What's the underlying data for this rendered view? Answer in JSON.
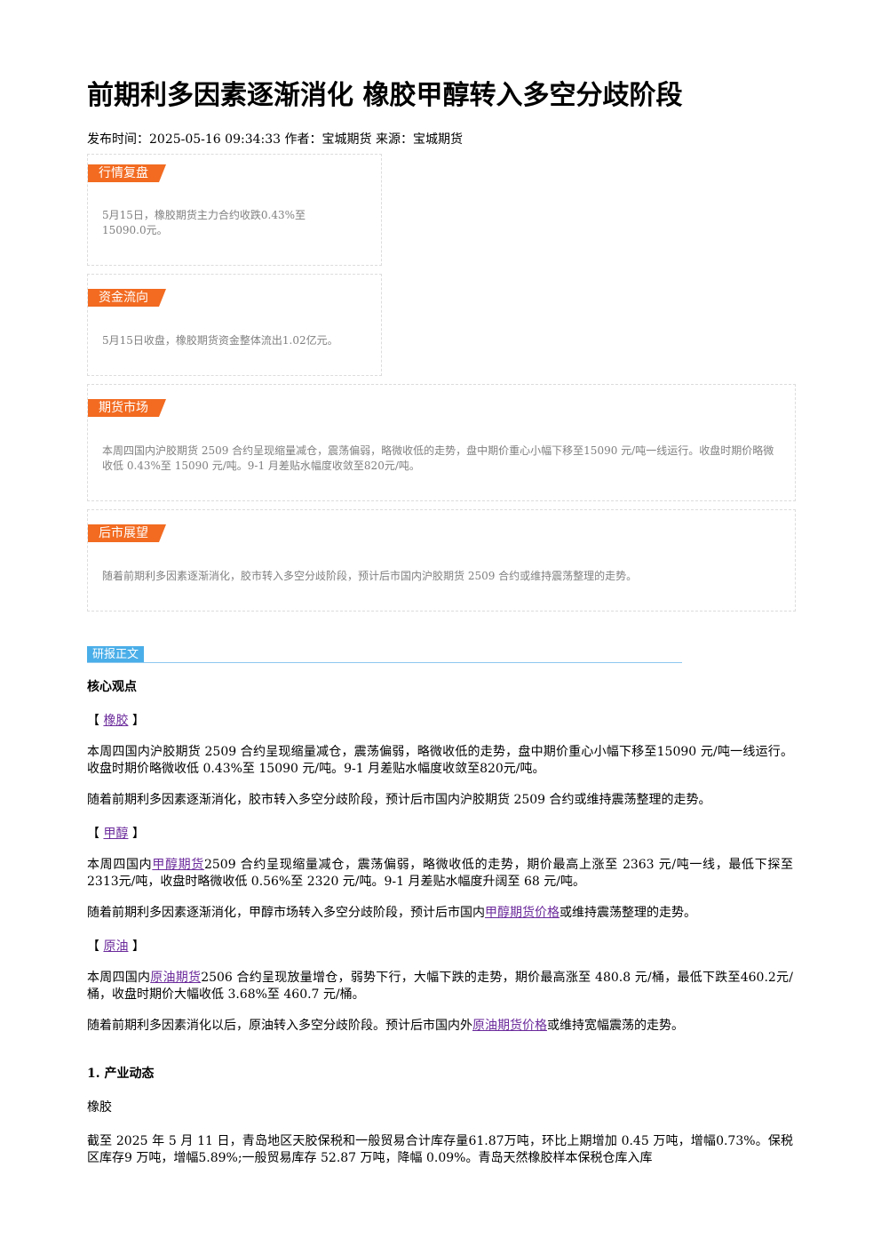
{
  "article": {
    "title": "前期利多因素逐渐消化 橡胶甲醇转入多空分歧阶段",
    "meta": "发布时间：2025-05-16 09:34:33 作者：宝城期货 来源：宝城期货"
  },
  "summary": [
    {
      "label": "行情复盘",
      "text": "5月15日，橡胶期货主力合约收跌0.43%至15090.0元。"
    },
    {
      "label": "资金流向",
      "text": "5月15日收盘，橡胶期货资金整体流出1.02亿元。"
    },
    {
      "label": "期货市场",
      "text": "本周四国内沪胶期货 2509 合约呈现缩量减仓，震荡偏弱，略微收低的走势，盘中期价重心小幅下移至15090 元/吨一线运行。收盘时期价略微收低 0.43%至 15090 元/吨。9-1 月差贴水幅度收敛至820元/吨。"
    },
    {
      "label": "后市展望",
      "text": "随着前期利多因素逐渐消化，胶市转入多空分歧阶段，预计后市国内沪胶期货 2509 合约或维持震荡整理的走势。"
    }
  ],
  "report": {
    "tag": "研报正文",
    "core_heading": "核心观点",
    "bracket_open": "【",
    "bracket_close": "】",
    "rubber": {
      "name": "橡胶",
      "p1": "本周四国内沪胶期货 2509 合约呈现缩量减仓，震荡偏弱，略微收低的走势，盘中期价重心小幅下移至15090 元/吨一线运行。收盘时期价略微收低 0.43%至 15090 元/吨。9-1 月差贴水幅度收敛至820元/吨。",
      "p2": "随着前期利多因素逐渐消化，胶市转入多空分歧阶段，预计后市国内沪胶期货 2509 合约或维持震荡整理的走势。"
    },
    "methanol": {
      "name": "甲醇",
      "p1_pre": "本周四国内",
      "p1_link": "甲醇期货",
      "p1_post": "2509 合约呈现缩量减仓，震荡偏弱，略微收低的走势，期价最高上涨至 2363 元/吨一线，最低下探至2313元/吨，收盘时略微收低 0.56%至 2320 元/吨。9-1 月差贴水幅度升阔至 68 元/吨。",
      "p2_pre": "随着前期利多因素逐渐消化，甲醇市场转入多空分歧阶段，预计后市国内",
      "p2_link": "甲醇期货价格",
      "p2_post": "或维持震荡整理的走势。"
    },
    "crude": {
      "name": "原油",
      "p1_pre": "本周四国内",
      "p1_link": "原油期货",
      "p1_post": "2506 合约呈现放量增仓，弱势下行，大幅下跌的走势，期价最高涨至 480.8 元/桶，最低下跌至460.2元/桶，收盘时期价大幅收低 3.68%至 460.7 元/桶。",
      "p2_pre": "随着前期利多因素消化以后，原油转入多空分歧阶段。预计后市国内外",
      "p2_link": "原油期货价格",
      "p2_post": "或维持宽幅震荡的走势。"
    },
    "section1": {
      "heading": "1. 产业动态",
      "sub": "橡胶",
      "p": "截至 2025 年 5 月 11 日，青岛地区天胶保税和一般贸易合计库存量61.87万吨，环比上期增加 0.45 万吨，增幅0.73%。保税区库存9 万吨，增幅5.89%;一般贸易库存 52.87 万吨，降幅 0.09%。青岛天然橡胶样本保税仓库入库"
    }
  }
}
